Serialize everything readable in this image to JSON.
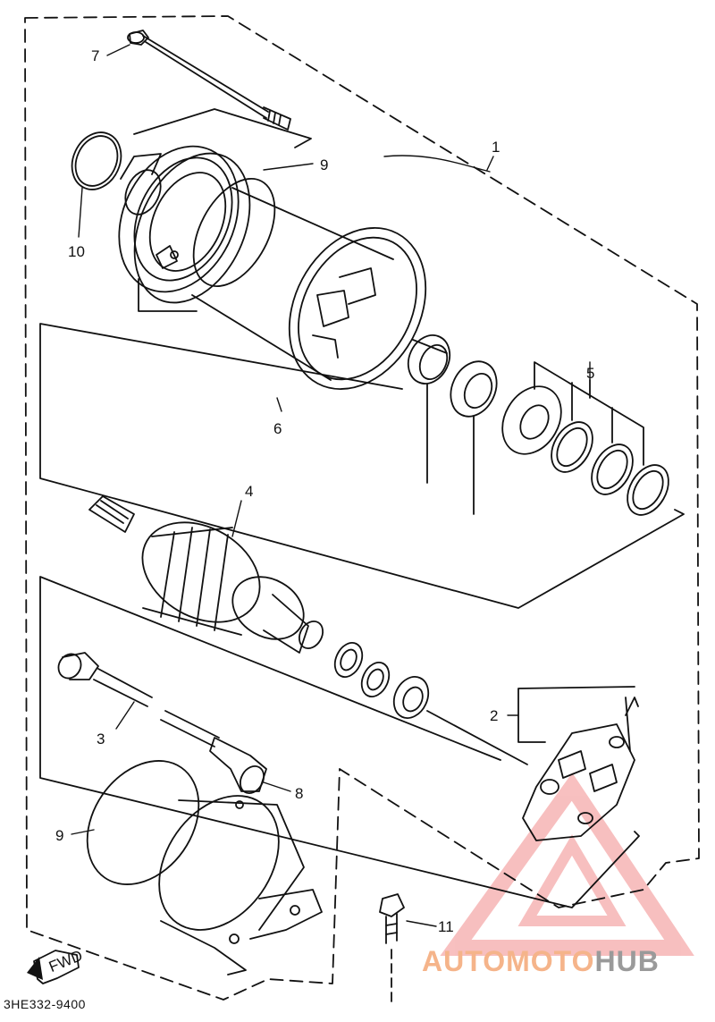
{
  "diagram": {
    "part_number": "3HE332-9400",
    "fwd_label": "FWD",
    "callouts": {
      "c1": "1",
      "c2": "2",
      "c3": "3",
      "c4": "4",
      "c5": "5",
      "c6": "6",
      "c7": "7",
      "c8": "8",
      "c9a": "9",
      "c9b": "9",
      "c10": "10",
      "c11": "11"
    }
  },
  "watermark": {
    "part1": "AUTOMOTO",
    "part2": "HUB",
    "colors": {
      "triangle": "#f28c8c",
      "text_orange": "#f5b48a",
      "text_gray": "#9a9a9a"
    }
  }
}
